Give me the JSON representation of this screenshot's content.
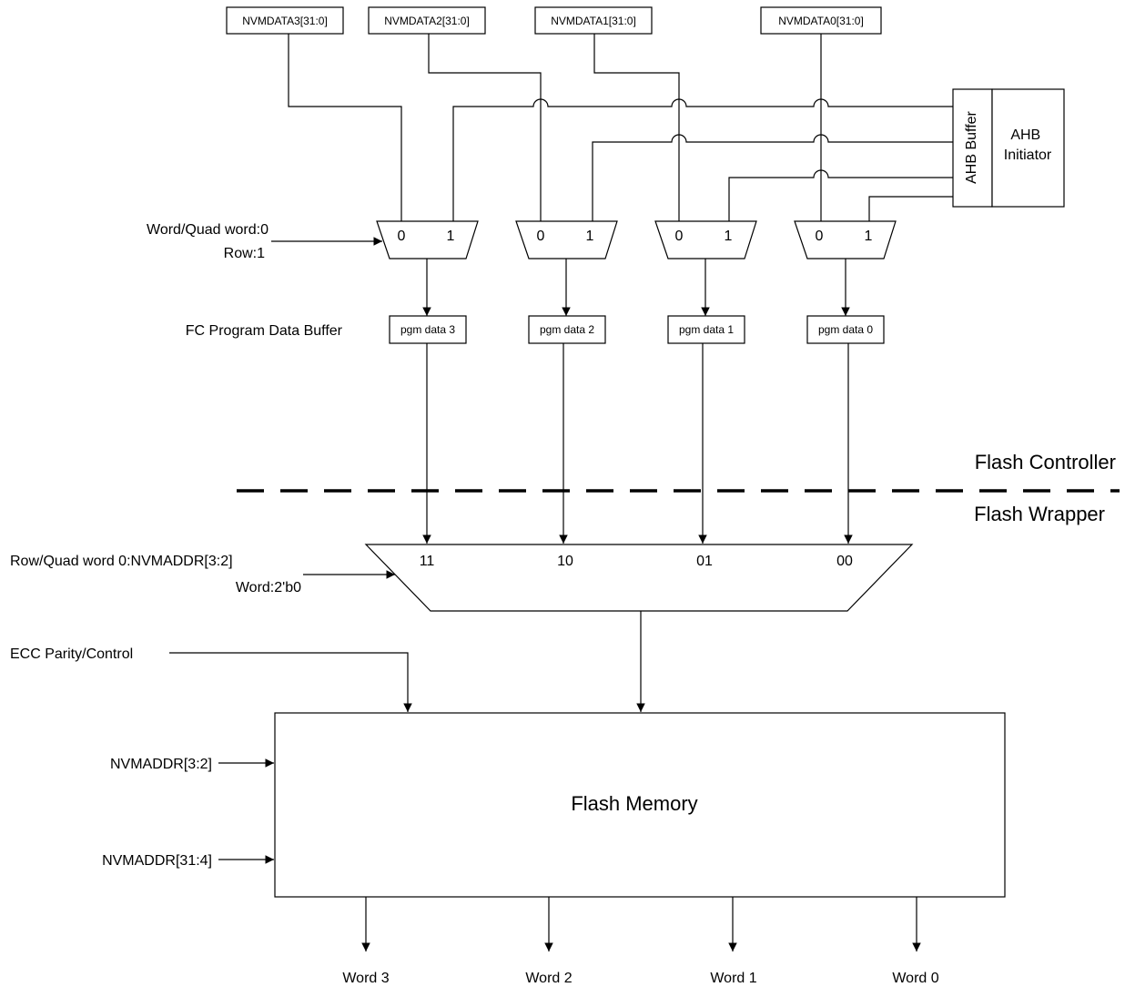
{
  "nvmdata_registers": [
    "NVMDATA3[31:0]",
    "NVMDATA2[31:0]",
    "NVMDATA1[31:0]",
    "NVMDATA0[31:0]"
  ],
  "ahb": {
    "buffer_label": "AHB Buffer",
    "initiator_label": "AHB Initiator"
  },
  "select_mux": {
    "control_label_line1": "Word/Quad word:0",
    "control_label_line2": "Row:1",
    "input_labels": [
      "0",
      "1"
    ]
  },
  "program_buffer": {
    "label": "FC Program Data Buffer",
    "cells": [
      "pgm data 3",
      "pgm data 2",
      "pgm data 1",
      "pgm data 0"
    ]
  },
  "boundary": {
    "upper_label": "Flash Controller",
    "lower_label": "Flash Wrapper"
  },
  "word_mux": {
    "control_label_line1": "Row/Quad word 0:NVMADDR[3:2]",
    "control_label_line2": "Word:2'b0",
    "input_labels": [
      "11",
      "10",
      "01",
      "00"
    ]
  },
  "ecc_label": "ECC Parity/Control",
  "flash_memory": {
    "label": "Flash Memory",
    "inputs": [
      "NVMADDR[3:2]",
      "NVMADDR[31:4]"
    ],
    "outputs": [
      "Word 3",
      "Word 2",
      "Word 1",
      "Word 0"
    ]
  }
}
